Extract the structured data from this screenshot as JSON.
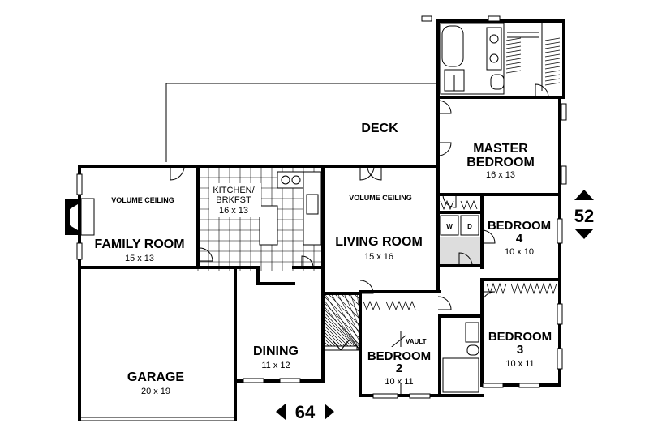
{
  "rooms": {
    "deck": {
      "name": "DECK"
    },
    "master_bedroom": {
      "name_line1": "MASTER",
      "name_line2": "BEDROOM",
      "size": "16 x 13"
    },
    "family_room": {
      "note": "VOLUME CEILING",
      "name": "FAMILY ROOM",
      "size": "15 x 13"
    },
    "kitchen": {
      "name_line1": "KITCHEN/",
      "name_line2": "BRKFST",
      "size": "16 x 13"
    },
    "living_room": {
      "note": "VOLUME CEILING",
      "name": "LIVING ROOM",
      "size": "15 x 16"
    },
    "bedroom4": {
      "name_line1": "BEDROOM",
      "name_line2": "4",
      "size": "10 x 10"
    },
    "bedroom3": {
      "name_line1": "BEDROOM",
      "name_line2": "3",
      "size": "10 x 11"
    },
    "bedroom2": {
      "note": "VAULT",
      "name_line1": "BEDROOM",
      "name_line2": "2",
      "size": "10 x 11"
    },
    "dining": {
      "name": "DINING",
      "size": "11 x 12"
    },
    "garage": {
      "name": "GARAGE",
      "size": "20 x 19"
    },
    "laundry": {
      "washer": "W",
      "dryer": "D"
    }
  },
  "dimensions": {
    "width": "64",
    "depth": "52"
  }
}
